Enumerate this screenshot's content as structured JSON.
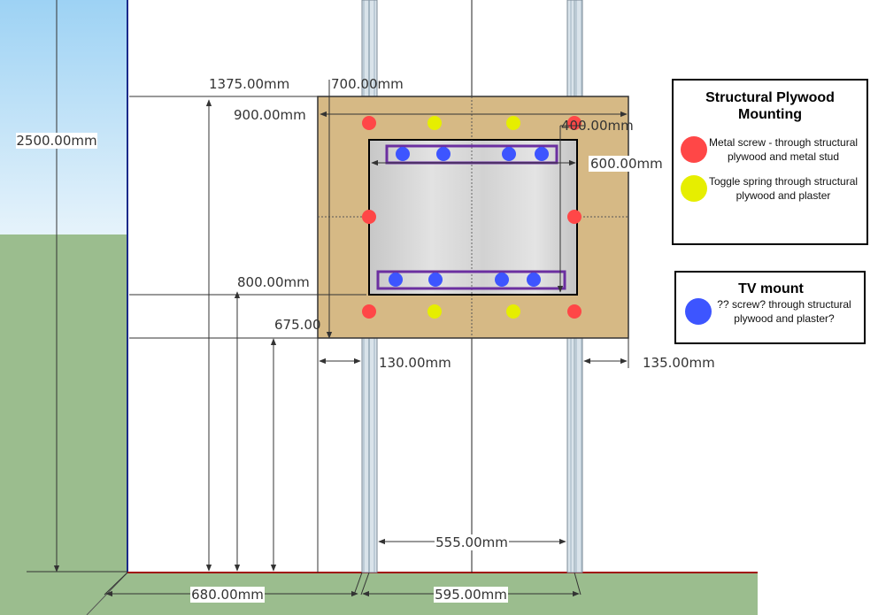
{
  "colors": {
    "sky_top": "#9dd2f4",
    "grass": "#9bbd8e",
    "plywood": "#d6b985",
    "metal_screw": "#ff4747",
    "toggle_spring": "#e6ee00",
    "tv_mount": "#3d55ff",
    "mount_rail": "#6b2fa0",
    "floor_line": "#a01010"
  },
  "dimensions": {
    "wall_height": "2500.00mm",
    "plywood_top": "1375.00mm",
    "plywood_offset": "700.00mm",
    "plywood_width": "900.00mm",
    "tv_width_top": "400.00mm",
    "tv_height": "600.00mm",
    "tv_bottom": "800.00mm",
    "plywood_bottom": "675.00",
    "left_overhang": "130.00mm",
    "right_overhang": "135.00mm",
    "stud_inner_gap": "555.00mm",
    "wall_to_stud": "680.00mm",
    "stud_spacing": "595.00mm"
  },
  "legend_plywood": {
    "title": "Structural Plywood Mounting",
    "metal_screw": "Metal screw - through structural plywood  and metal stud",
    "toggle_spring": "Toggle spring through structural plywood and plaster",
    "metal_screw_icon": "red-dot-icon",
    "toggle_spring_icon": "yellow-dot-icon"
  },
  "legend_tv": {
    "title": "TV mount",
    "tv_mount": "?? screw? through structural plywood and plaster?",
    "tv_mount_icon": "blue-dot-icon"
  }
}
